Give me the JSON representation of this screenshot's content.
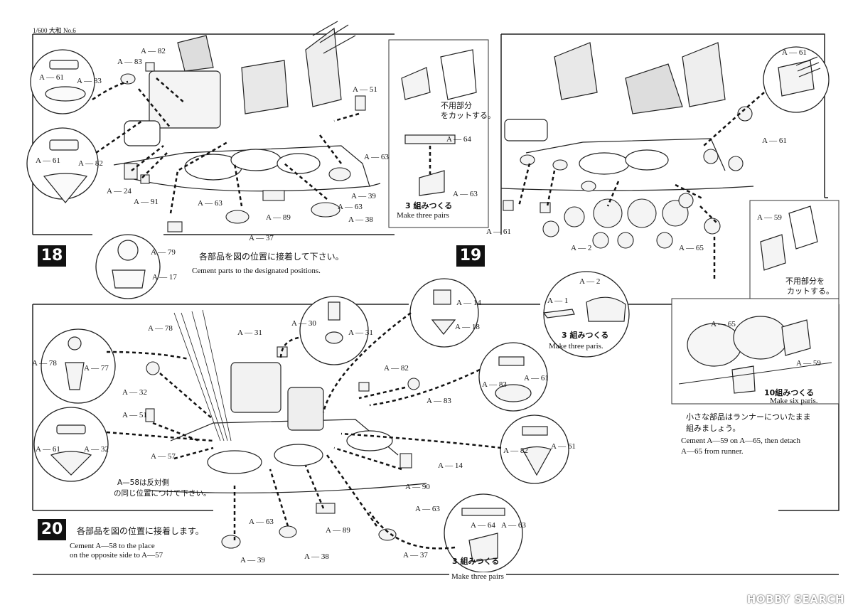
{
  "header": {
    "page_ref": "1/600 大和 No.6"
  },
  "step18": {
    "number": "18",
    "instruction_jp": "各部品を図の位置に接着して下さい。",
    "instruction_en": "Cement parts to the designated positions."
  },
  "step19": {
    "number": "19",
    "inset_a": {
      "note_jp_1": "不用部分",
      "note_jp_2": "をカットする。",
      "pairs_jp": "3 組みつくる",
      "pairs_en": "Make three pairs"
    },
    "inset_b": {
      "note_jp_1": "不用部分を",
      "note_jp_2": "カットする。"
    },
    "mid": {
      "pairs_jp": "3 組みつくる",
      "pairs_en": "Make three paris."
    },
    "right_box": {
      "pairs_jp": "10組みつくる",
      "pairs_en": "Make six paris.",
      "note_jp_1": "小さな部品はランナーについたまま",
      "note_jp_2": "組みましょう。",
      "note_en_1": "Cement A—59 on A—65, then detach",
      "note_en_2": "A—65 from runner."
    }
  },
  "step20": {
    "number": "20",
    "instruction_jp": "各部品を図の位置に接着します。",
    "note_jp_1": "A—58は反対側",
    "note_jp_2": "の同じ位置につけて下さい。",
    "note_en_1": "Cement A—58 to the place",
    "note_en_2": "on the opposite side to A—57",
    "pairs_jp": "3 組みつくる",
    "pairs_en": "Make three pairs"
  },
  "labels18": [
    "A — 61",
    "A — 83",
    "A — 82",
    "A — 83",
    "A — 61",
    "A — 82",
    "A — 24",
    "A — 91",
    "A — 79",
    "A — 17",
    "A — 63",
    "A — 89",
    "A — 37",
    "A — 51",
    "A — 63",
    "A — 39",
    "A — 63",
    "A — 38",
    "A — 64",
    "A — 63"
  ],
  "labels19": [
    "A — 61",
    "A — 61",
    "A — 61",
    "A — 2",
    "A — 65",
    "A — 59",
    "A — 2",
    "A — 1",
    "A — 65",
    "A — 59"
  ],
  "labels20": [
    "A — 78",
    "A — 78",
    "A — 77",
    "A — 32",
    "A — 51",
    "A — 61",
    "A — 32",
    "A — 57",
    "A — 31",
    "A — 30",
    "A — 31",
    "A — 14",
    "A — 18",
    "A — 82",
    "A — 83",
    "A — 61",
    "A — 83",
    "A — 82",
    "A — 61",
    "A — 14",
    "A — 90",
    "A — 63",
    "A — 38",
    "A — 39",
    "A — 89",
    "A — 63",
    "A — 37",
    "A — 64",
    "A — 63"
  ],
  "footer": {
    "watermark": "HOBBY SEARCH"
  }
}
